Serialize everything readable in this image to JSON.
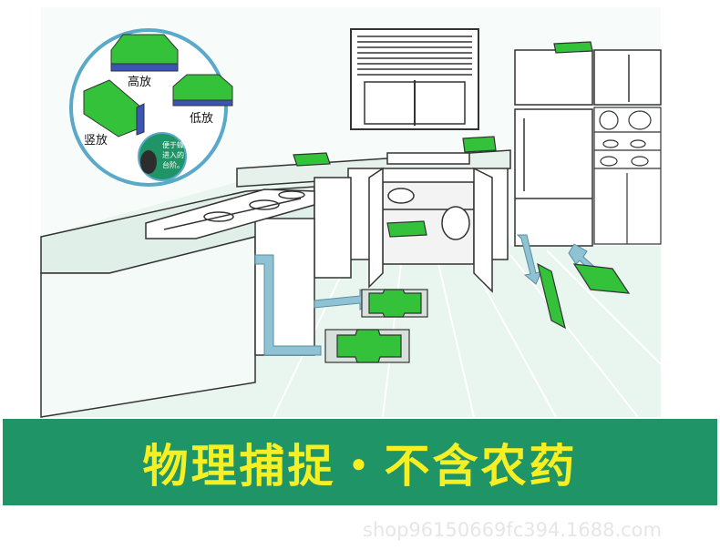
{
  "banner": {
    "text": "物理捕捉・不含农药",
    "background": "#1f9467",
    "text_color": "#f5ef24"
  },
  "inset": {
    "labels": {
      "high": "高放",
      "low": "低放",
      "vertical": "竖放"
    },
    "note": [
      "便于蟑螂",
      "进入的",
      "台阶。"
    ]
  },
  "watermark": "shop96150669fc394.1688.com",
  "colors": {
    "trap_green": "#34c23a",
    "floor": "#e8f4ee",
    "wall": "#ffffff",
    "arrow": "#8fc3d4"
  }
}
